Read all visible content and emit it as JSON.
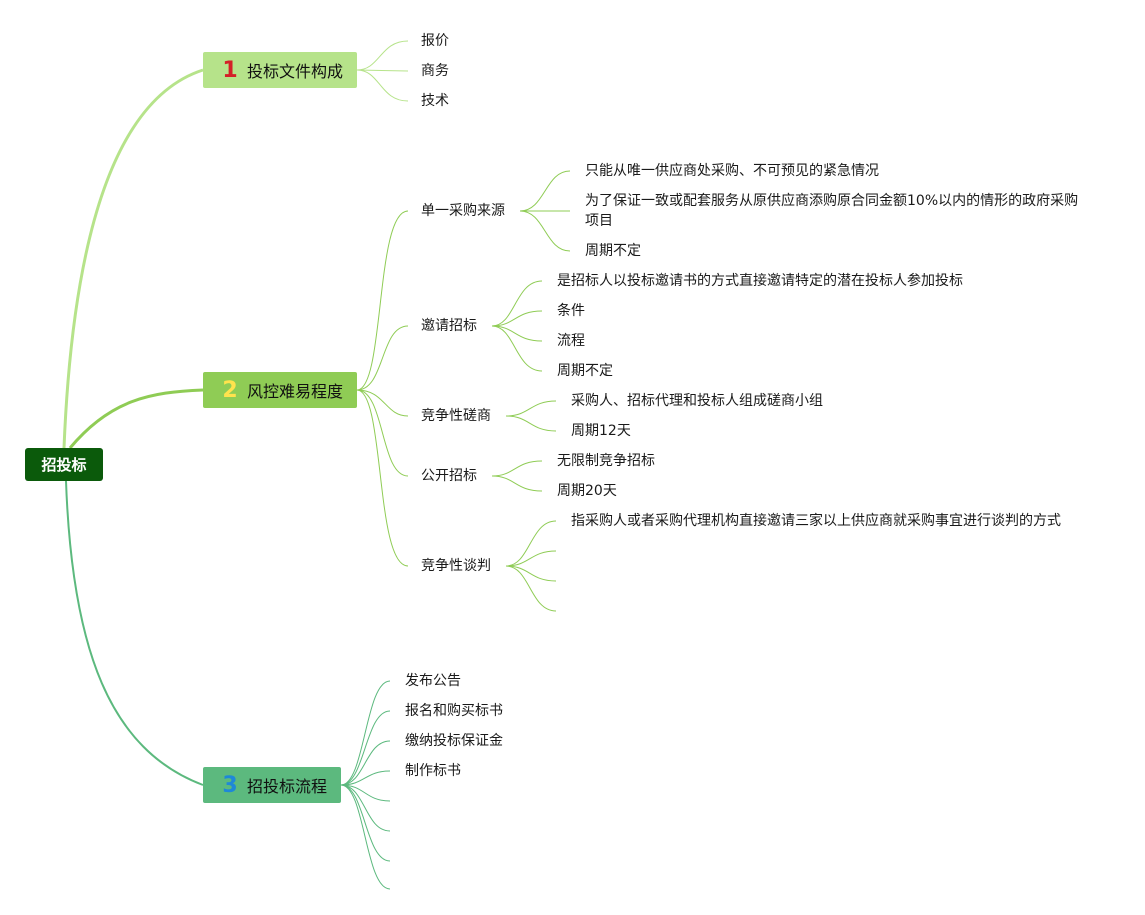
{
  "root": {
    "label": "招投标"
  },
  "branches": [
    {
      "number": "1",
      "label": "投标文件构成",
      "children": [
        "报价",
        "商务",
        "技术"
      ]
    },
    {
      "number": "2",
      "label": "风控难易程度",
      "children": [
        {
          "label": "单一采购来源",
          "children": [
            "只能从唯一供应商处采购、不可预见的紧急情况",
            "为了保证一致或配套服务从原供应商添购原合同金额10%以内的情形的政府采购项目",
            "周期不定"
          ]
        },
        {
          "label": "邀请招标",
          "children": [
            "是招标人以投标邀请书的方式直接邀请特定的潜在投标人参加投标",
            "条件",
            "流程",
            "周期不定"
          ]
        },
        {
          "label": "竞争性磋商",
          "children": [
            "采购人、招标代理和投标人组成磋商小组",
            "周期12天"
          ]
        },
        {
          "label": "公开招标",
          "children": [
            "无限制竞争招标",
            "周期20天"
          ]
        },
        {
          "label": "竞争性谈判",
          "children": [
            "指采购人或者采购代理机构直接邀请三家以上供应商就采购事宜进行谈判的方式"
          ]
        }
      ]
    },
    {
      "number": "3",
      "label": "招投标流程",
      "children": [
        "发布公告",
        "报名和购买标书",
        "缴纳投标保证金",
        "制作标书"
      ]
    }
  ],
  "colors": {
    "root": "#0b5a0b",
    "branch1": "#b6e38a",
    "branch2": "#8fcc55",
    "branch3": "#5cb97e",
    "number1": "#d42027",
    "number2": "#ffe34d",
    "number3": "#1e88d8"
  }
}
